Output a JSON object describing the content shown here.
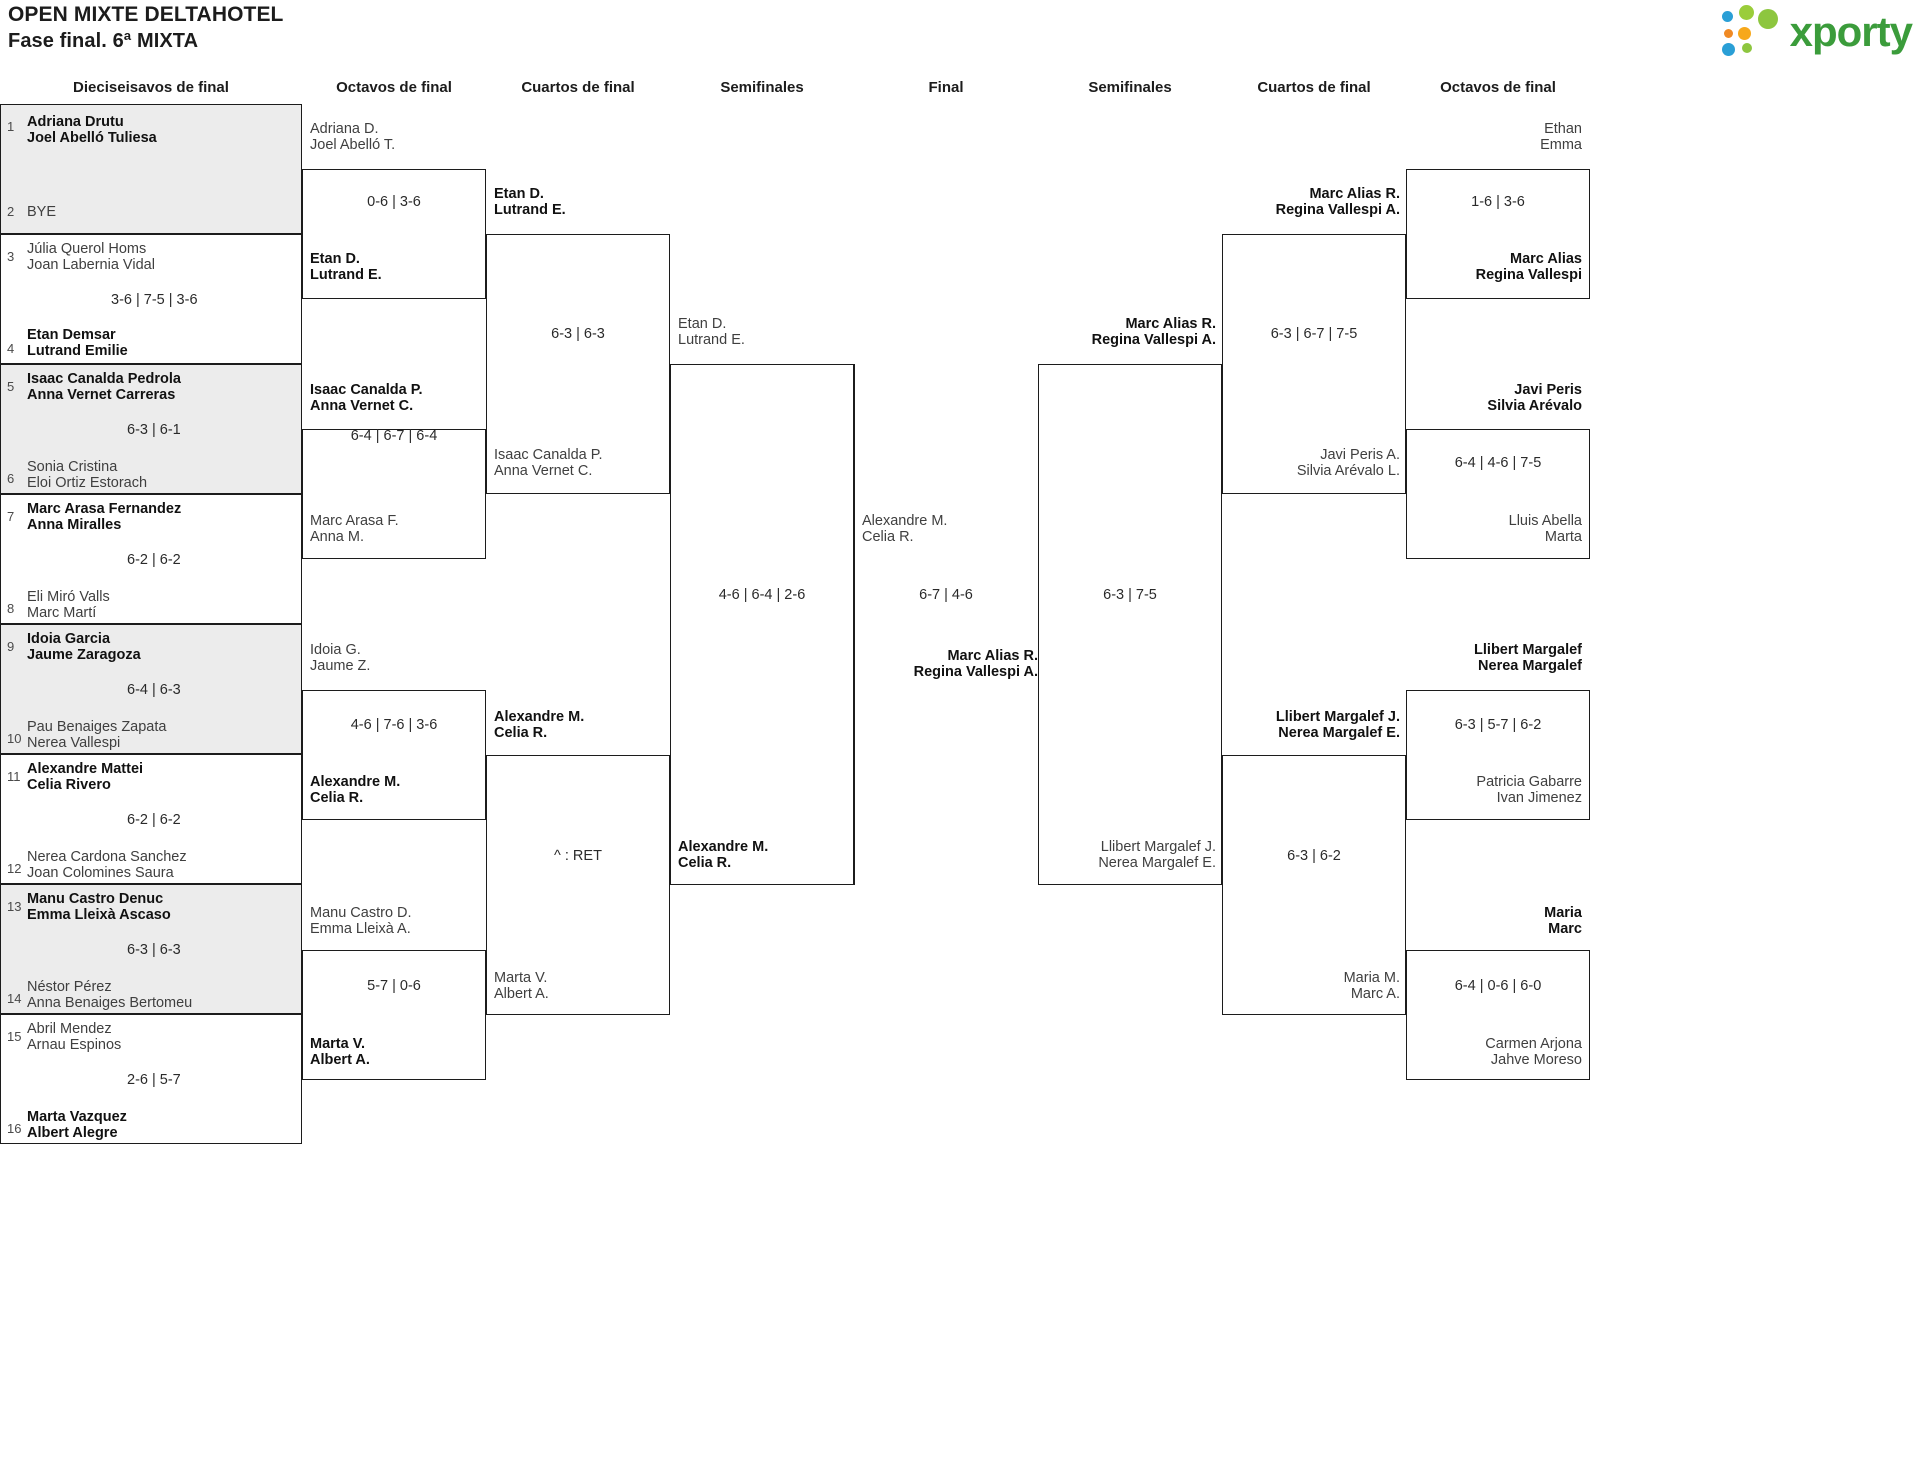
{
  "header": {
    "tournament_title": "OPEN MIXTE DELTAHOTEL",
    "phase_title": "Fase final. 6ª MIXTA",
    "logo_text": "xporty"
  },
  "round_headings": {
    "l1": "Dieciseisavos de final",
    "l2": "Octavos de final",
    "l3": "Cuartos de final",
    "l4": "Semifinales",
    "final": "Final",
    "r4": "Semifinales",
    "r3": "Cuartos de final",
    "r2": "Octavos de final"
  },
  "left_seeds": [
    {
      "num": "1",
      "l1": "Adriana Drutu",
      "l2": "Joel Abelló Tuliesa",
      "state": "win"
    },
    {
      "num": "2",
      "l1": "BYE",
      "l2": "",
      "state": "lose"
    },
    {
      "num": "3",
      "l1": "Júlia Querol Homs",
      "l2": "Joan Labernia Vidal",
      "state": "lose"
    },
    {
      "num": "4",
      "l1": "Etan Demsar",
      "l2": "Lutrand Emilie",
      "state": "win"
    },
    {
      "num": "5",
      "l1": "Isaac Canalda Pedrola",
      "l2": "Anna Vernet Carreras",
      "state": "win"
    },
    {
      "num": "6",
      "l1": "Sonia Cristina",
      "l2": "Eloi Ortiz Estorach",
      "state": "lose"
    },
    {
      "num": "7",
      "l1": "Marc Arasa Fernandez",
      "l2": "Anna Miralles",
      "state": "win"
    },
    {
      "num": "8",
      "l1": "Eli Miró Valls",
      "l2": "Marc Martí",
      "state": "lose"
    },
    {
      "num": "9",
      "l1": "Idoia Garcia",
      "l2": "Jaume Zaragoza",
      "state": "win"
    },
    {
      "num": "10",
      "l1": "Pau Benaiges Zapata",
      "l2": "Nerea Vallespi",
      "state": "lose"
    },
    {
      "num": "11",
      "l1": "Alexandre Mattei",
      "l2": "Celia Rivero",
      "state": "win"
    },
    {
      "num": "12",
      "l1": "Nerea Cardona Sanchez",
      "l2": "Joan Colomines Saura",
      "state": "lose"
    },
    {
      "num": "13",
      "l1": "Manu Castro Denuc",
      "l2": "Emma Lleixà Ascaso",
      "state": "win"
    },
    {
      "num": "14",
      "l1": "Néstor Pérez",
      "l2": "Anna Benaiges Bertomeu",
      "state": "lose"
    },
    {
      "num": "15",
      "l1": "Abril Mendez",
      "l2": "Arnau Espinos",
      "state": "lose"
    },
    {
      "num": "16",
      "l1": "Marta Vazquez",
      "l2": "Albert Alegre",
      "state": "win"
    }
  ],
  "left_r1_scores": [
    {
      "value": ""
    },
    {
      "value": "3-6 | 7-5 | 3-6"
    },
    {
      "value": "6-3 | 6-1"
    },
    {
      "value": "6-2 | 6-2"
    },
    {
      "value": "6-4 | 6-3"
    },
    {
      "value": "6-2 | 6-2"
    },
    {
      "value": "6-3 | 6-3"
    },
    {
      "value": "2-6 | 5-7"
    }
  ],
  "left_octavos": [
    {
      "top_l1": "Adriana D.",
      "top_l2": "Joel Abelló T.",
      "top_state": "lose",
      "bot_l1": "Etan D.",
      "bot_l2": "Lutrand E.",
      "bot_state": "win",
      "score": "0-6 | 3-6"
    },
    {
      "top_l1": "Isaac Canalda P.",
      "top_l2": "Anna Vernet C.",
      "top_state": "win",
      "bot_l1": "Marc Arasa F.",
      "bot_l2": "Anna M.",
      "bot_state": "lose",
      "score": "6-4 | 6-7 | 6-4"
    },
    {
      "top_l1": "Idoia G.",
      "top_l2": "Jaume Z.",
      "top_state": "lose",
      "bot_l1": "Alexandre M.",
      "bot_l2": "Celia R.",
      "bot_state": "win",
      "score": "4-6 | 7-6 | 3-6"
    },
    {
      "top_l1": "Manu Castro D.",
      "top_l2": "Emma Lleixà A.",
      "top_state": "lose",
      "bot_l1": "Marta V.",
      "bot_l2": "Albert A.",
      "bot_state": "win",
      "score": "5-7 | 0-6"
    }
  ],
  "left_cuartos": [
    {
      "top_l1": "Etan D.",
      "top_l2": "Lutrand E.",
      "top_state": "win",
      "bot_l1": "Isaac Canalda P.",
      "bot_l2": "Anna Vernet C.",
      "bot_state": "lose",
      "score": "6-3 | 6-3"
    },
    {
      "top_l1": "Alexandre M.",
      "top_l2": "Celia R.",
      "top_state": "win",
      "bot_l1": "Marta V.",
      "bot_l2": "Albert A.",
      "bot_state": "lose",
      "score": "^ : RET"
    }
  ],
  "left_semis": [
    {
      "top_l1": "Etan D.",
      "top_l2": "Lutrand E.",
      "top_state": "lose",
      "bot_l1": "Alexandre M.",
      "bot_l2": "Celia R.",
      "bot_state": "win",
      "score": "4-6 | 6-4 | 2-6"
    }
  ],
  "final": {
    "top_l1": "Alexandre M.",
    "top_l2": "Celia R.",
    "top_state": "lose",
    "bot_l1": "Marc Alias R.",
    "bot_l2": "Regina Vallespi A.",
    "bot_state": "win",
    "score": "6-7 | 4-6"
  },
  "right_semis": [
    {
      "top_l1": "Marc Alias R.",
      "top_l2": "Regina Vallespi A.",
      "top_state": "win",
      "bot_l1": "Llibert Margalef J.",
      "bot_l2": "Nerea Margalef E.",
      "bot_state": "lose",
      "score": "6-3 | 7-5"
    }
  ],
  "right_cuartos": [
    {
      "top_l1": "Marc Alias R.",
      "top_l2": "Regina Vallespi A.",
      "top_state": "win",
      "bot_l1": "Javi Peris A.",
      "bot_l2": "Silvia Arévalo L.",
      "bot_state": "lose",
      "score": "6-3 | 6-7 | 7-5"
    },
    {
      "top_l1": "Llibert Margalef J.",
      "top_l2": "Nerea Margalef E.",
      "top_state": "win",
      "bot_l1": "Maria M.",
      "bot_l2": "Marc A.",
      "bot_state": "lose",
      "score": "6-3 | 6-2"
    }
  ],
  "right_octavos": [
    {
      "top_l1": "Ethan",
      "top_l2": "Emma",
      "top_state": "lose",
      "bot_l1": "Marc Alias",
      "bot_l2": "Regina Vallespi",
      "bot_state": "win",
      "score": "1-6 | 3-6"
    },
    {
      "top_l1": "Javi Peris",
      "top_l2": "Silvia Arévalo",
      "top_state": "win",
      "bot_l1": "Lluis Abella",
      "bot_l2": "Marta",
      "bot_state": "lose",
      "score": "6-4 | 4-6 | 7-5"
    },
    {
      "top_l1": "Llibert Margalef",
      "top_l2": "Nerea Margalef",
      "top_state": "win",
      "bot_l1": "Patricia Gabarre",
      "bot_l2": "Ivan Jimenez",
      "bot_state": "lose",
      "score": "6-3 | 5-7 | 6-2"
    },
    {
      "top_l1": "Maria",
      "top_l2": "Marc",
      "top_state": "win",
      "bot_l1": "Carmen Arjona",
      "bot_l2": "Jahve Moreso",
      "bot_state": "lose",
      "score": "6-4 | 0-6 | 6-0"
    }
  ],
  "colors": {
    "shade": "#ececec",
    "line": "#1c1c1c",
    "logo_green": "#3b9c3b",
    "logo_blue": "#2a9fd6",
    "logo_orange": "#f08a24"
  }
}
